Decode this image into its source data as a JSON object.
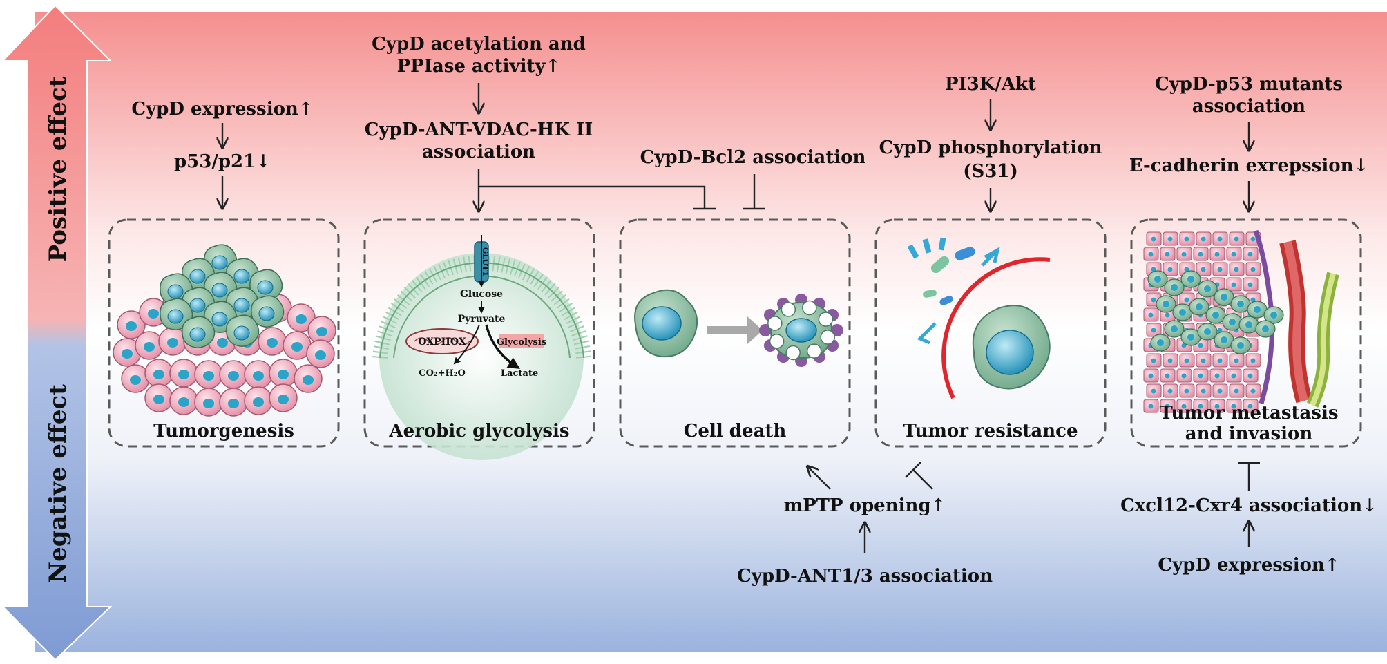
{
  "side_axis": {
    "positive": "Positive effect",
    "negative": "Negative effect"
  },
  "panels": {
    "tumorgenesis": {
      "caption": "Tumorgenesis",
      "above": [
        "CypD expression↑",
        "p53/p21↓"
      ]
    },
    "glycolysis": {
      "caption": "Aerobic glycolysis",
      "above": [
        "CypD acetylation and",
        "PPIase activity↑",
        "CypD-ANT-VDAC-HK II",
        "association"
      ],
      "inner": {
        "glut": "GLUT1",
        "glucose": "Glucose",
        "pyruvate": "Pyruvate",
        "oxphox": "OXPHOX",
        "glycolysis": "Glycolysis",
        "co2": "CO₂+H₂O",
        "lactate": "Lactate"
      }
    },
    "death": {
      "caption": "Cell death",
      "above": [
        "CypD-Bcl2 association"
      ]
    },
    "resistance": {
      "caption": "Tumor resistance",
      "above": [
        "PI3K/Akt",
        "CypD phosphorylation",
        "(S31)"
      ]
    },
    "metastasis": {
      "caption": [
        "Tumor metastasis",
        "and invasion"
      ],
      "above": [
        "CypD-p53 mutants",
        "association",
        "E-cadherin exrepssion↓"
      ],
      "below": [
        "Cxcl12-Cxr4 association↓",
        "CypD expression↑"
      ]
    }
  },
  "bottom": {
    "mptp": "mPTP opening↑",
    "ant": "CypD-ANT1/3 association"
  },
  "colors": {
    "positive_top": "#f58f8f",
    "negative_bottom": "#9bb3de",
    "panel_border": "#5a5a5a",
    "cell_green": "#8fc3a2",
    "nucleus": "#2aa5c8",
    "cell_pink": "#f3b6c6",
    "red_arc": "#e0262c"
  }
}
